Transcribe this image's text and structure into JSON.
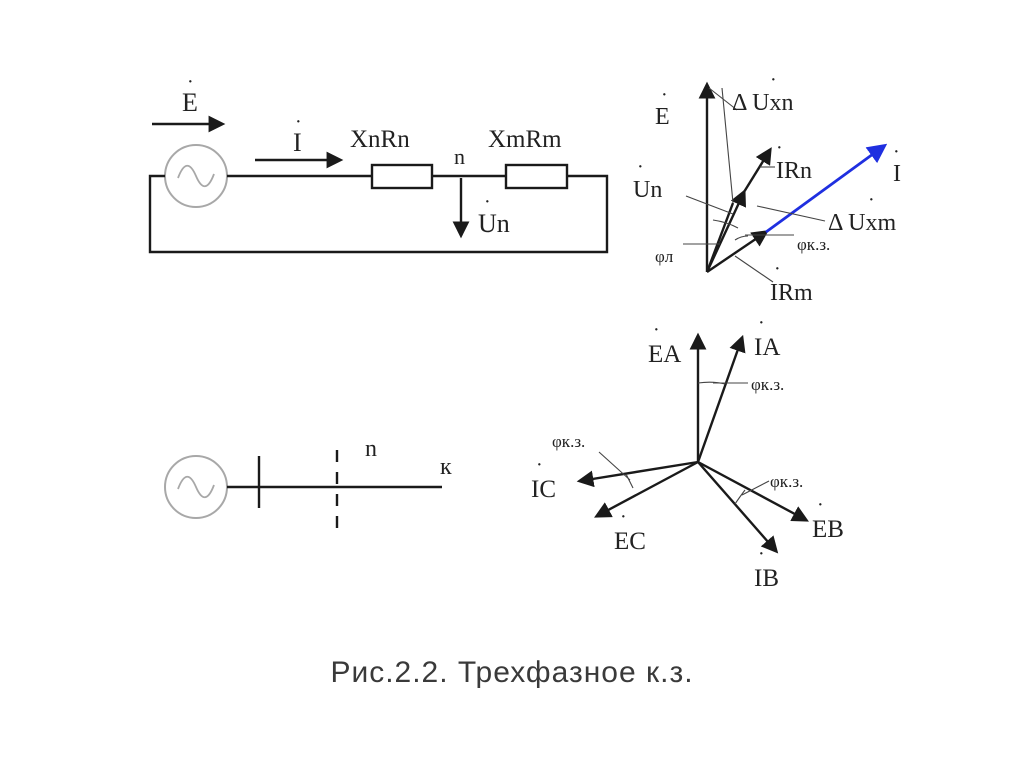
{
  "caption": "Рис.2.2. Трехфазное к.з.",
  "colors": {
    "line": "#1a1a1a",
    "current_vector": "#1f2fe0",
    "generator": "#a8a8a8"
  },
  "circuit": {
    "emf_label": "E",
    "current_label": "I",
    "elem1_label": "XnRn",
    "elem2_label": "XmRm",
    "node_label": "n",
    "voltage_label": "Un"
  },
  "single_line": {
    "node_label": "n",
    "end_label": "к"
  },
  "phasor1": {
    "e_label": "E",
    "dux_n": "Δ Uxn",
    "irn": "IRn",
    "i_label": "I",
    "un": "Un",
    "dux_m": "Δ Uxm",
    "phi_kz": "φк.з.",
    "phi_l": "φл",
    "irm": "IRm"
  },
  "phasor3": {
    "ea": "EA",
    "ia": "IA",
    "phi_a": "φк.з.",
    "phi_c": "φк.з.",
    "ic": "IC",
    "ec": "EC",
    "phi_b": "φк.з.",
    "eb": "EB",
    "ib": "IB"
  }
}
